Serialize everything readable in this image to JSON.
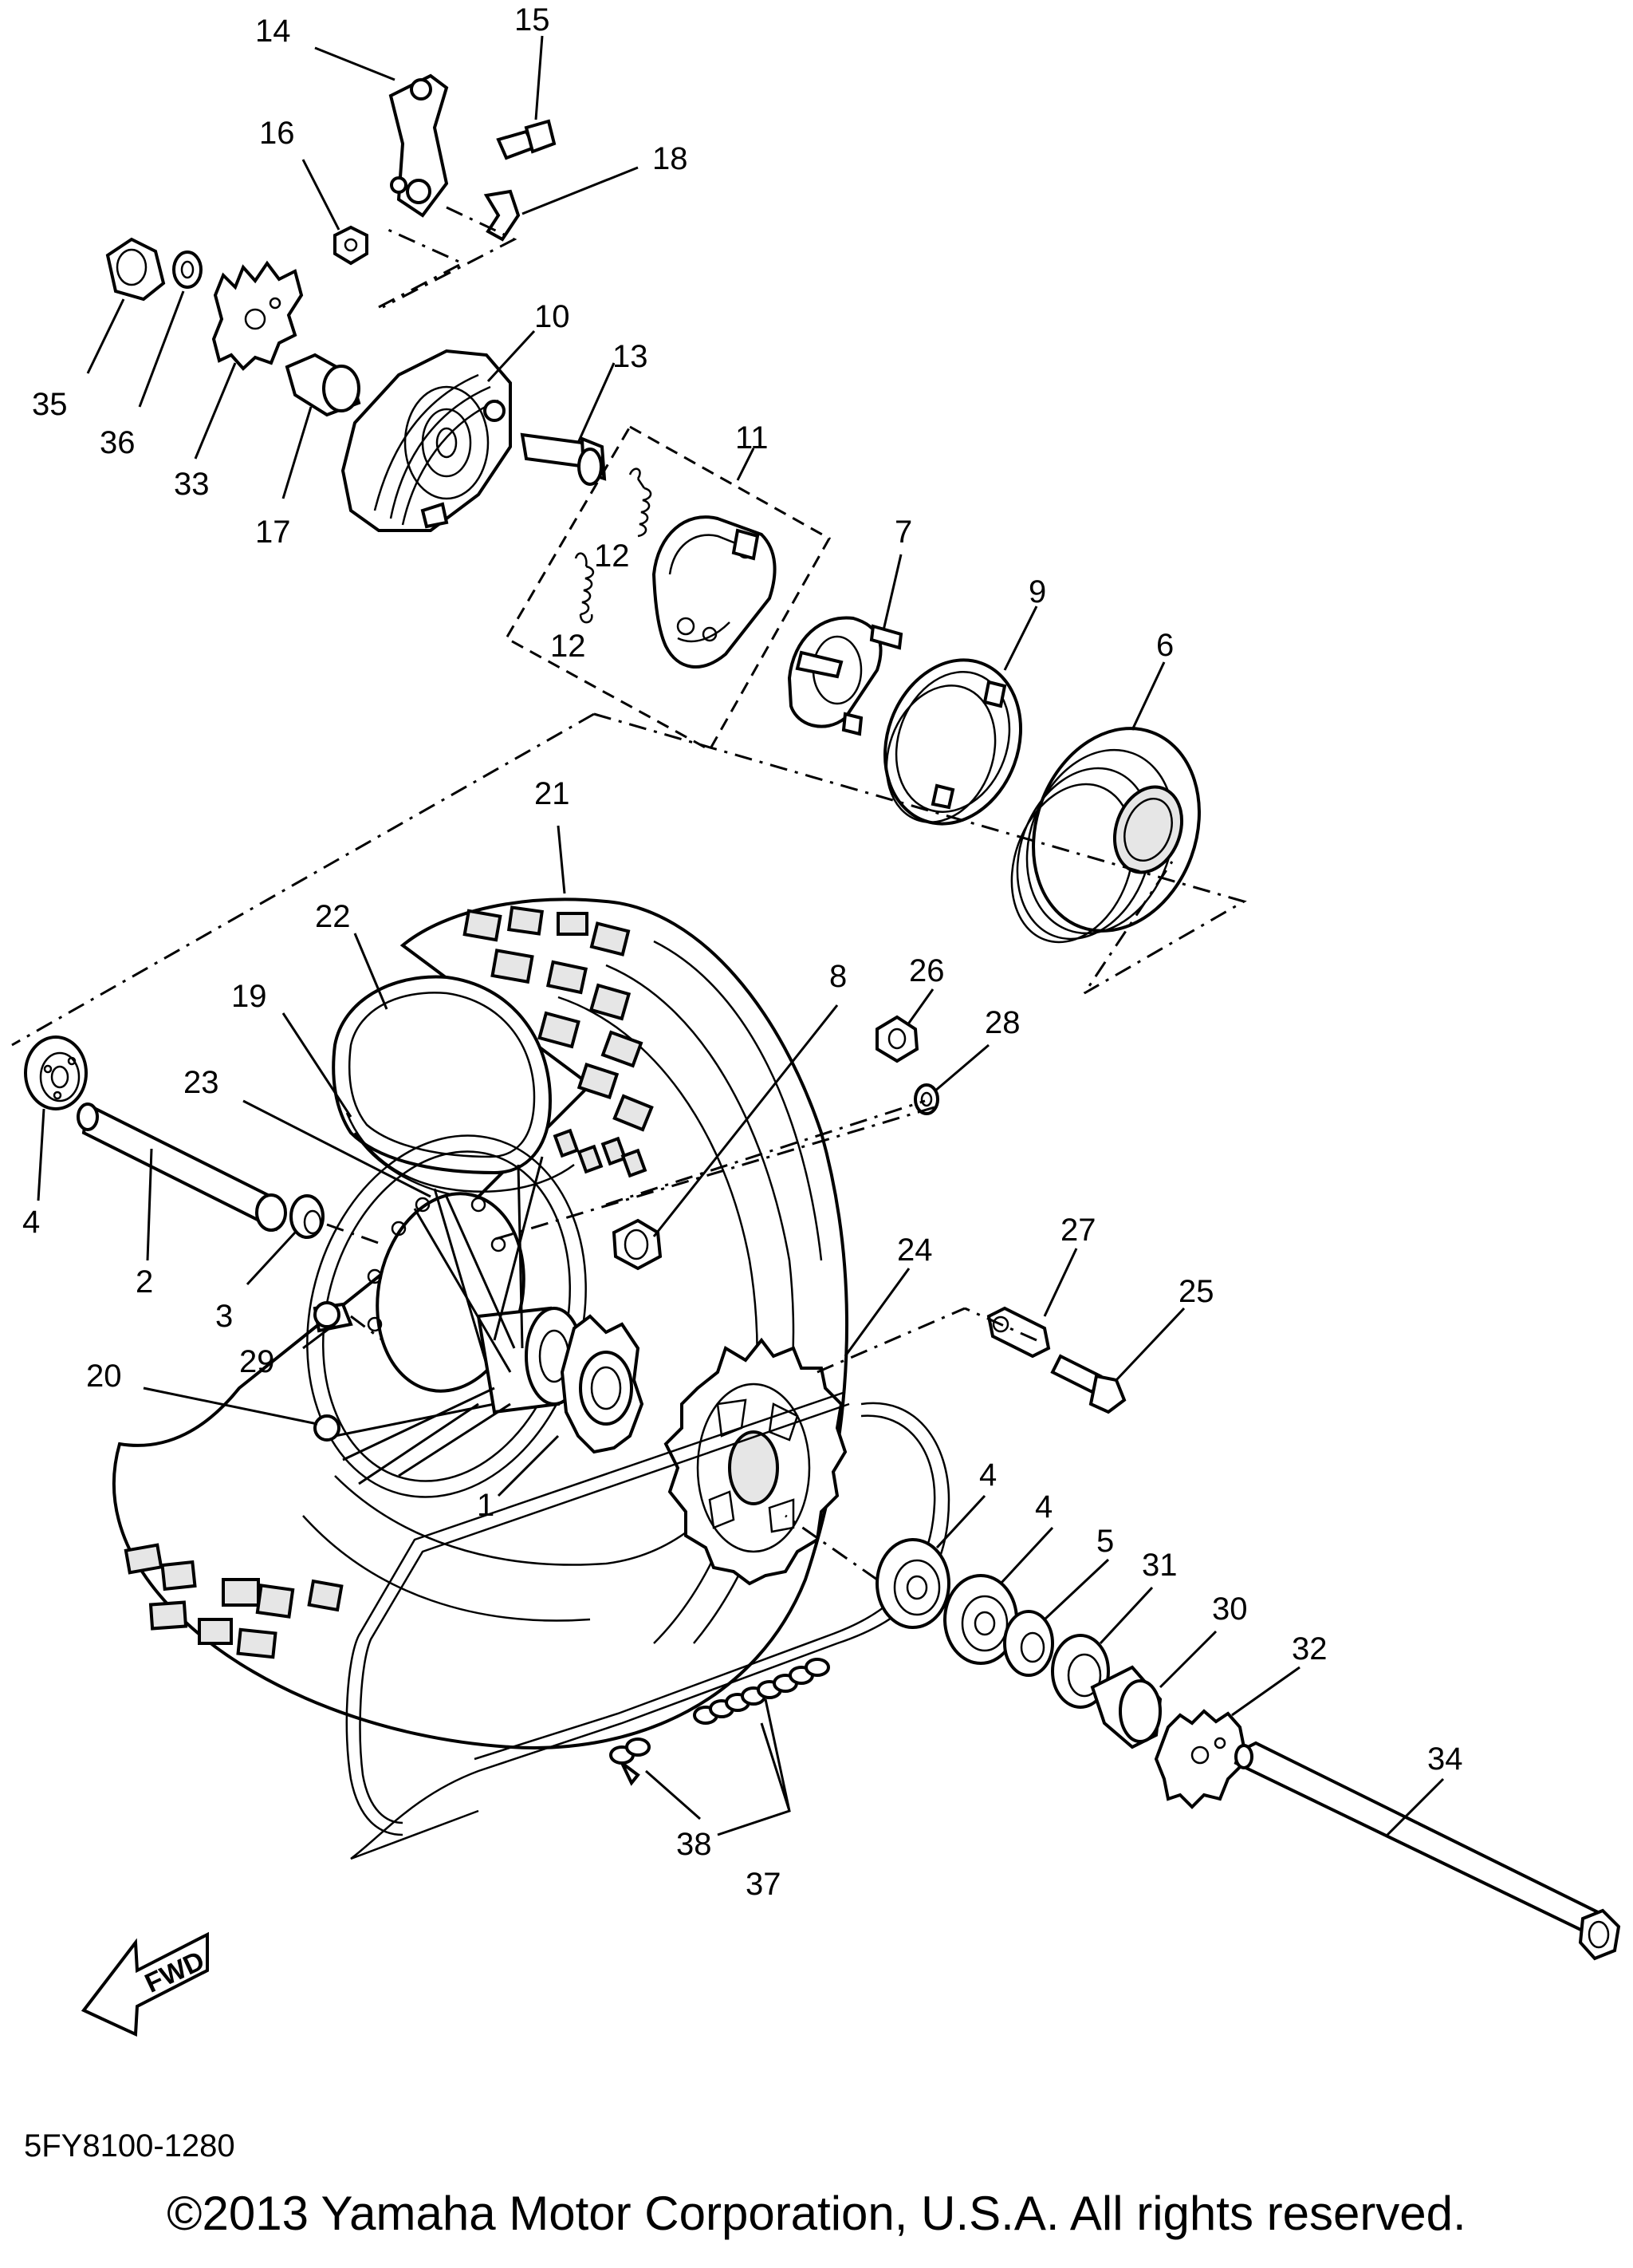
{
  "callouts": {
    "c14": "14",
    "c15": "15",
    "c16": "16",
    "c18": "18",
    "c35": "35",
    "c36": "36",
    "c33": "33",
    "c17": "17",
    "c10": "10",
    "c13": "13",
    "c11": "11",
    "c12a": "12",
    "c12b": "12",
    "c7": "7",
    "c9": "9",
    "c6": "6",
    "c21": "21",
    "c22": "22",
    "c19": "19",
    "c23": "23",
    "c8": "8",
    "c26": "26",
    "c28": "28",
    "c4a": "4",
    "c2": "2",
    "c3": "3",
    "c29": "29",
    "c20": "20",
    "c24": "24",
    "c27": "27",
    "c25": "25",
    "c1": "1",
    "c4b": "4",
    "c4c": "4",
    "c5": "5",
    "c31": "31",
    "c30": "30",
    "c32": "32",
    "c34": "34",
    "c38": "38",
    "c37": "37"
  },
  "fwd_label": "FWD",
  "diagram_code": "5FY8100-1280",
  "copyright": "©2013 Yamaha Motor Corporation, U.S.A. All rights reserved."
}
